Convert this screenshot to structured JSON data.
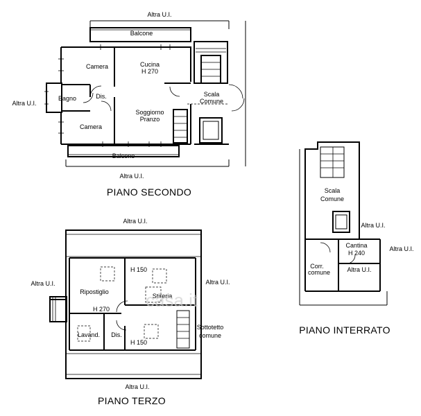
{
  "plans": {
    "second": {
      "title": "PIANO SECONDO",
      "neighbors": {
        "top": "Altra U.I.",
        "left": "Altra U.I.",
        "bottom": "Altra U.I."
      },
      "rooms": {
        "balcone_top": "Balcone",
        "camera_1": "Camera",
        "cucina": "Cucina",
        "cucina_height": "H 270",
        "bagno": "Bagno",
        "dis": "Dis.",
        "scala_line1": "Scala",
        "scala_line2": "Comune",
        "soggiorno_line1": "Soggiorno",
        "soggiorno_line2": "Pranzo",
        "camera_2": "Camera",
        "balcone_bottom": "Balcone"
      }
    },
    "third": {
      "title": "PIANO TERZO",
      "neighbors": {
        "top": "Altra U.I.",
        "left": "Altra U.I.",
        "right": "Altra U.I.",
        "bottom": "Altra U.I."
      },
      "rooms": {
        "height_top": "H 150",
        "ripostiglio": "Ripostiglio",
        "height_mid": "H 270",
        "stireria": "Stireria",
        "lavanderia": "Lavand.",
        "dis": "Dis.",
        "height_bottom": "H 150",
        "sottotetto_line1": "Sottotetto",
        "sottotetto_line2": "comune"
      }
    },
    "basement": {
      "title": "PIANO INTERRATO",
      "rooms": {
        "scala_line1": "Scala",
        "scala_line2": "Comune",
        "altra_1": "Altra U.I.",
        "cantina": "Cantina",
        "cantina_height": "H 240",
        "altra_right": "Altra U.I.",
        "corr_line1": "Corr.",
        "corr_line2": "comune",
        "altra_2": "Altra U.I."
      }
    }
  },
  "watermark": "casa.it"
}
